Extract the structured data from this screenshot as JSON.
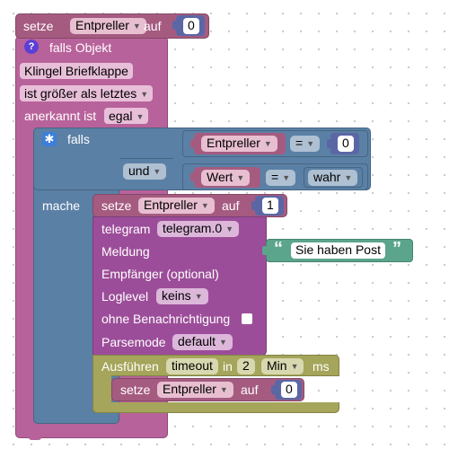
{
  "colors": {
    "variable_block": "#a55b80",
    "trigger_block": "#b8629b",
    "logic_block": "#5b80a5",
    "text_block": "#5ba58c",
    "timeout_block": "#a5a55b",
    "number_block": "#5b67a5",
    "telegram_block": "#9c4d99"
  },
  "block1": {
    "prefix": "setze",
    "var": "Entpreller",
    "suffix": "auf",
    "value": "0"
  },
  "trigger": {
    "title": "falls Objekt",
    "object": "Klingel  Briefklappe",
    "condition": "ist größer als letztes",
    "ack_prefix": "anerkannt ist",
    "ack_value": "egal",
    "help_icon": "question-icon"
  },
  "if_block": {
    "label": "falls",
    "do_label": "mache",
    "gear_icon": "gear-icon",
    "and_op": "und",
    "cond1": {
      "var": "Entpreller",
      "op": "=",
      "value": "0"
    },
    "cond2": {
      "var": "Wert",
      "op": "=",
      "value": "wahr"
    }
  },
  "set1": {
    "prefix": "setze",
    "var": "Entpreller",
    "suffix": "auf",
    "value": "1"
  },
  "telegram": {
    "label": "telegram",
    "instance": "telegram.0",
    "message_label": "Meldung",
    "message_text": "Sie haben Post",
    "quote_open": "“",
    "quote_close": "”",
    "recipient_label": "Empfänger (optional)",
    "loglevel_label": "Loglevel",
    "loglevel_value": "keins",
    "silent_label": "ohne Benachrichtigung",
    "parsemode_label": "Parsemode",
    "parsemode_value": "default"
  },
  "timeout": {
    "prefix": "Ausführen",
    "name": "timeout",
    "in_label": "in",
    "amount": "2",
    "unit": "Min",
    "ms_label": "ms"
  },
  "set2": {
    "prefix": "setze",
    "var": "Entpreller",
    "suffix": "auf",
    "value": "0"
  }
}
